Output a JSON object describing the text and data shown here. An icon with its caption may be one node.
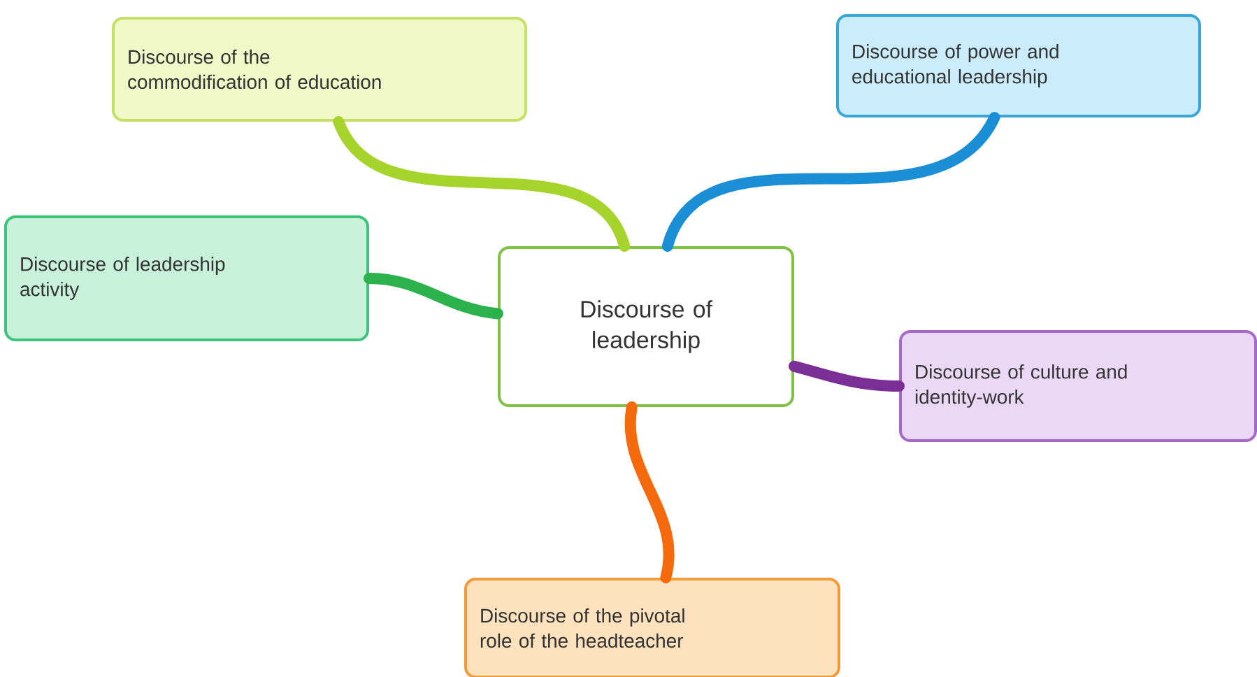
{
  "diagram": {
    "nodes": [
      {
        "text": [
          "Discourse of leadership"
        ]
      },
      {
        "text": [
          "Discourse of the commodification of education"
        ]
      },
      {
        "text": [
          "Discourse of power and educational leadership"
        ]
      },
      {
        "text": [
          "Discourse of leadership activity"
        ]
      },
      {
        "text": [
          "Discourse of culture and identity-work"
        ]
      },
      {
        "text": [
          "Discourse of the pivotal role of the headteacher"
        ]
      }
    ],
    "edges": [
      {
        "from": 0,
        "to": 1,
        "arrow": "none",
        "color": "#a6d42c"
      },
      {
        "from": 0,
        "to": 2,
        "arrow": "none",
        "color": "#1b8fd6"
      },
      {
        "from": 0,
        "to": 3,
        "arrow": "none",
        "color": "#2bb24c"
      },
      {
        "from": 0,
        "to": 4,
        "arrow": "none",
        "color": "#7b2f96"
      },
      {
        "from": 0,
        "to": 5,
        "arrow": "none",
        "color": "#f46a0c"
      }
    ]
  }
}
